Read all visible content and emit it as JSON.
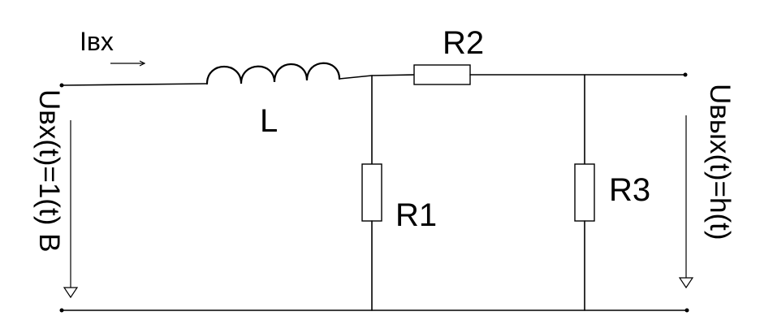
{
  "labels": {
    "input_current": "Iвх",
    "inductor": "L",
    "resistor_1": "R1",
    "resistor_2": "R2",
    "resistor_3": "R3",
    "input_voltage": "Uвх(t)=1(t) В",
    "output_voltage": "Uвых(t)=h(t)"
  },
  "colors": {
    "line": "#000000",
    "background": "#ffffff"
  }
}
